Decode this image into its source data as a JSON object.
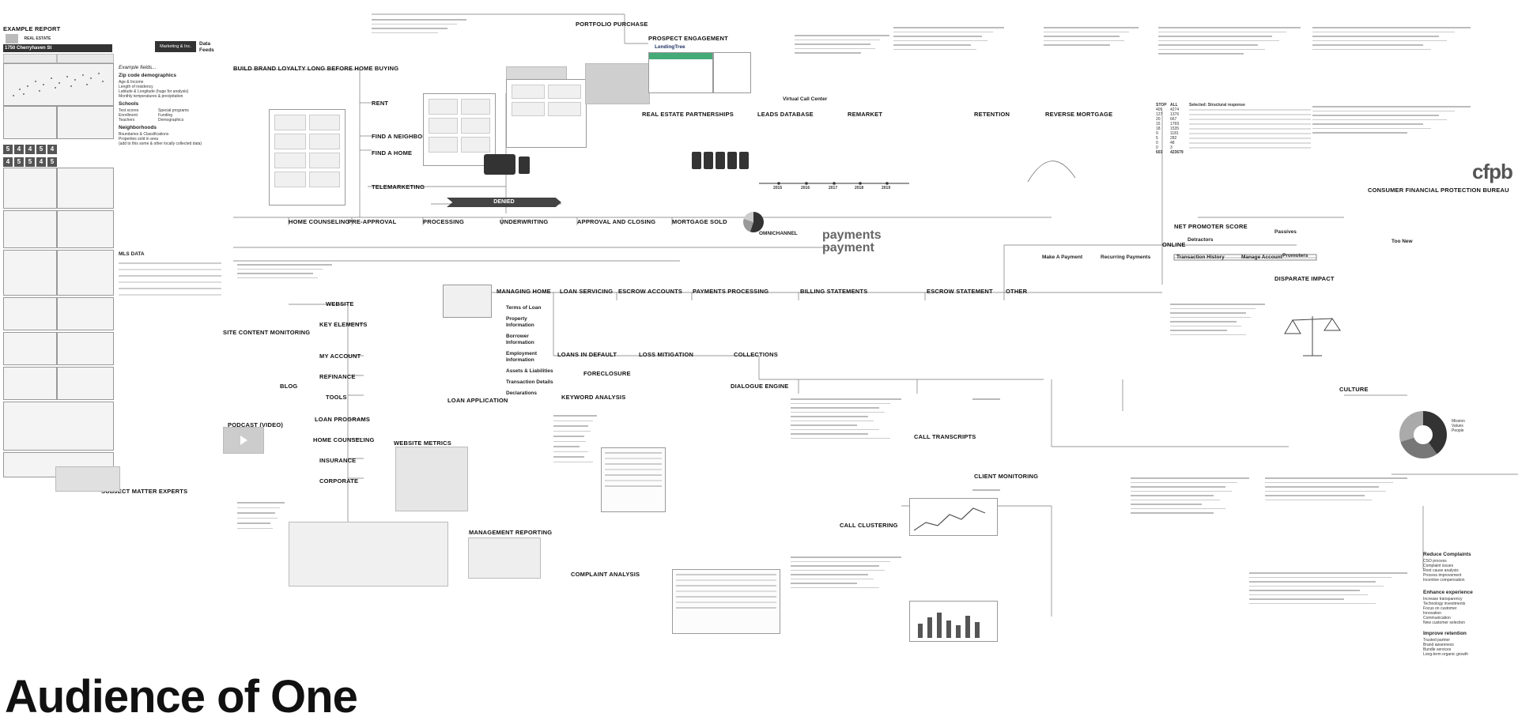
{
  "header": {
    "example_report": "EXAMPLE REPORT",
    "logo_text": "REAL ESTATE",
    "address": "1750 Cherryhaven St",
    "data_feeds": "Data Feeds",
    "marketing_brand": "Marketing & Inc."
  },
  "title": "Audience of One",
  "left_notes": {
    "example_fields": "Example fields...",
    "zip_head": "Zip code demographics",
    "zip_items": [
      "Age & Income",
      "Length of residency",
      "Latitude & Longitude (huge for analysis)",
      "Monthly temperatures & precipitation"
    ],
    "schools_head": "Schools",
    "schools_items": [
      "Test scores",
      "Enrollment",
      "Teachers"
    ],
    "schools_items2": [
      "Special programs",
      "Funding",
      "Demographics"
    ],
    "neigh_head": "Neighborhoods",
    "neigh_items": [
      "Boundaries & Classifications",
      "Properties sold in area",
      "(add to this some & other locally collected data)"
    ],
    "mls": "MLS DATA",
    "scores": [
      "5",
      "4",
      "4",
      "5",
      "4"
    ],
    "scores_b": [
      "4",
      "5",
      "5",
      "4",
      "5"
    ]
  },
  "nodes": {
    "build_brand": "BUILD BRAND LOYALTY LONG BEFORE HOME BUYING",
    "rent": "RENT",
    "find_neighborhood": "FIND A NEIGHBORHOOD",
    "find_home": "FIND A HOME",
    "telemarketing": "TELEMARKETING",
    "portfolio": "PORTFOLIO PURCHASE",
    "prospect": "PROSPECT ENGAGEMENT",
    "lending_tree": "LendingTree",
    "virtual_call": "Virtual Call Center",
    "real_estate": "REAL ESTATE PARTNERSHIPS",
    "leads_db": "LEADS DATABASE",
    "remarket": "REMARKET",
    "retention": "RETENTION",
    "reverse_mortgage": "REVERSE MORTGAGE",
    "home_counseling": "HOME COUNSELING",
    "pre_approval": "PRE-APPROVAL",
    "processing": "PROCESSING",
    "underwriting": "UNDERWRITING",
    "approval": "APPROVAL AND CLOSING",
    "mortgage_sold": "MORTGAGE SOLD",
    "denied": "DENIED",
    "managing_home": "MANAGING HOME",
    "loan_servicing": "LOAN SERVICING",
    "escrow_accounts": "ESCROW ACCOUNTS",
    "payments_processing": "PAYMENTS PROCESSING",
    "billing_statements": "BILLING STATEMENTS",
    "escrow_statement": "ESCROW STATEMENT",
    "other": "OTHER",
    "online": "ONLINE",
    "omnichannel": "OMNICHANNEL",
    "loans_default": "LOANS IN DEFAULT",
    "loss_mitigation": "LOSS MITIGATION",
    "collections": "COLLECTIONS",
    "foreclosure": "FORECLOSURE",
    "dialogue_engine": "DIALOGUE ENGINE",
    "keyword_analysis": "KEYWORD ANALYSIS",
    "call_transcripts": "CALL TRANSCRIPTS",
    "client_monitoring": "CLIENT MONITORING",
    "call_clustering": "CALL CLUSTERING",
    "complaint_analysis": "COMPLAINT ANALYSIS",
    "culture": "CULTURE",
    "website": "WEBSITE",
    "key_elements": "KEY ELEMENTS",
    "site_monitoring": "SITE CONTENT MONITORING",
    "my_account": "MY ACCOUNT",
    "refinance": "REFINANCE",
    "tools": "TOOLS",
    "loan_programs": "LOAN PROGRAMS",
    "home_counseling2": "HOME COUNSELING",
    "insurance": "INSURANCE",
    "corporate": "CORPORATE",
    "blog": "BLOG",
    "podcast": "PODCAST (VIDEO)",
    "subject_experts": "SUBJECT MATTER EXPERTS",
    "website_metrics": "WEBSITE METRICS",
    "management_reporting": "MANAGEMENT REPORTING",
    "loan_application": "LOAN APPLICATION",
    "cfpb": "cfpb",
    "cfpb_full": "CONSUMER FINANCIAL PROTECTION BUREAU",
    "nps": "NET PROMOTER SCORE",
    "disparate": "DISPARATE IMPACT",
    "detractors": "Detractors",
    "passives": "Passives",
    "promoters": "Promoters",
    "too_new": "Too New",
    "reduce_complaints": "Reduce Complaints",
    "enhance_experience": "Enhance experience",
    "improve_retention": "Improve retention"
  },
  "timeline": [
    "2015",
    "2016",
    "2017",
    "2018",
    "2019"
  ],
  "online_items": [
    "Make A Payment",
    "Recurring Payments",
    "Transaction History",
    "Manage Account"
  ],
  "cfpb_table": {
    "headers": [
      "STOP",
      "ALL",
      "Selected: Structural response"
    ],
    "rows": [
      [
        "409",
        "4274"
      ],
      [
        "127",
        "1376"
      ],
      [
        "20",
        "667"
      ],
      [
        "15",
        "1769"
      ],
      [
        "18",
        "1535"
      ],
      [
        "9",
        "1181"
      ],
      [
        "5",
        "282"
      ],
      [
        "0",
        "48"
      ],
      [
        "0",
        "3"
      ],
      [
        "603",
        "423679"
      ]
    ]
  },
  "key_elements_list": [
    "Terms of Loan",
    "Property Information",
    "Borrower Information",
    "Employment Information",
    "Assets & Liabilities",
    "Transaction Details",
    "Declarations"
  ],
  "reduce_list": [
    "CSO process",
    "Complaint issues",
    "Root cause analysis",
    "Process improvement",
    "Incentive compensation"
  ],
  "enhance_list": [
    "Increase transparency",
    "Technology investments",
    "Focus on customer",
    "Innovation",
    "Communication",
    "New customer selection"
  ],
  "retention_list": [
    "Trusted partner",
    "Brand awareness",
    "Bundle services",
    "Long-term organic growth"
  ],
  "culture_legend": [
    "Mission",
    "Values",
    "People"
  ]
}
